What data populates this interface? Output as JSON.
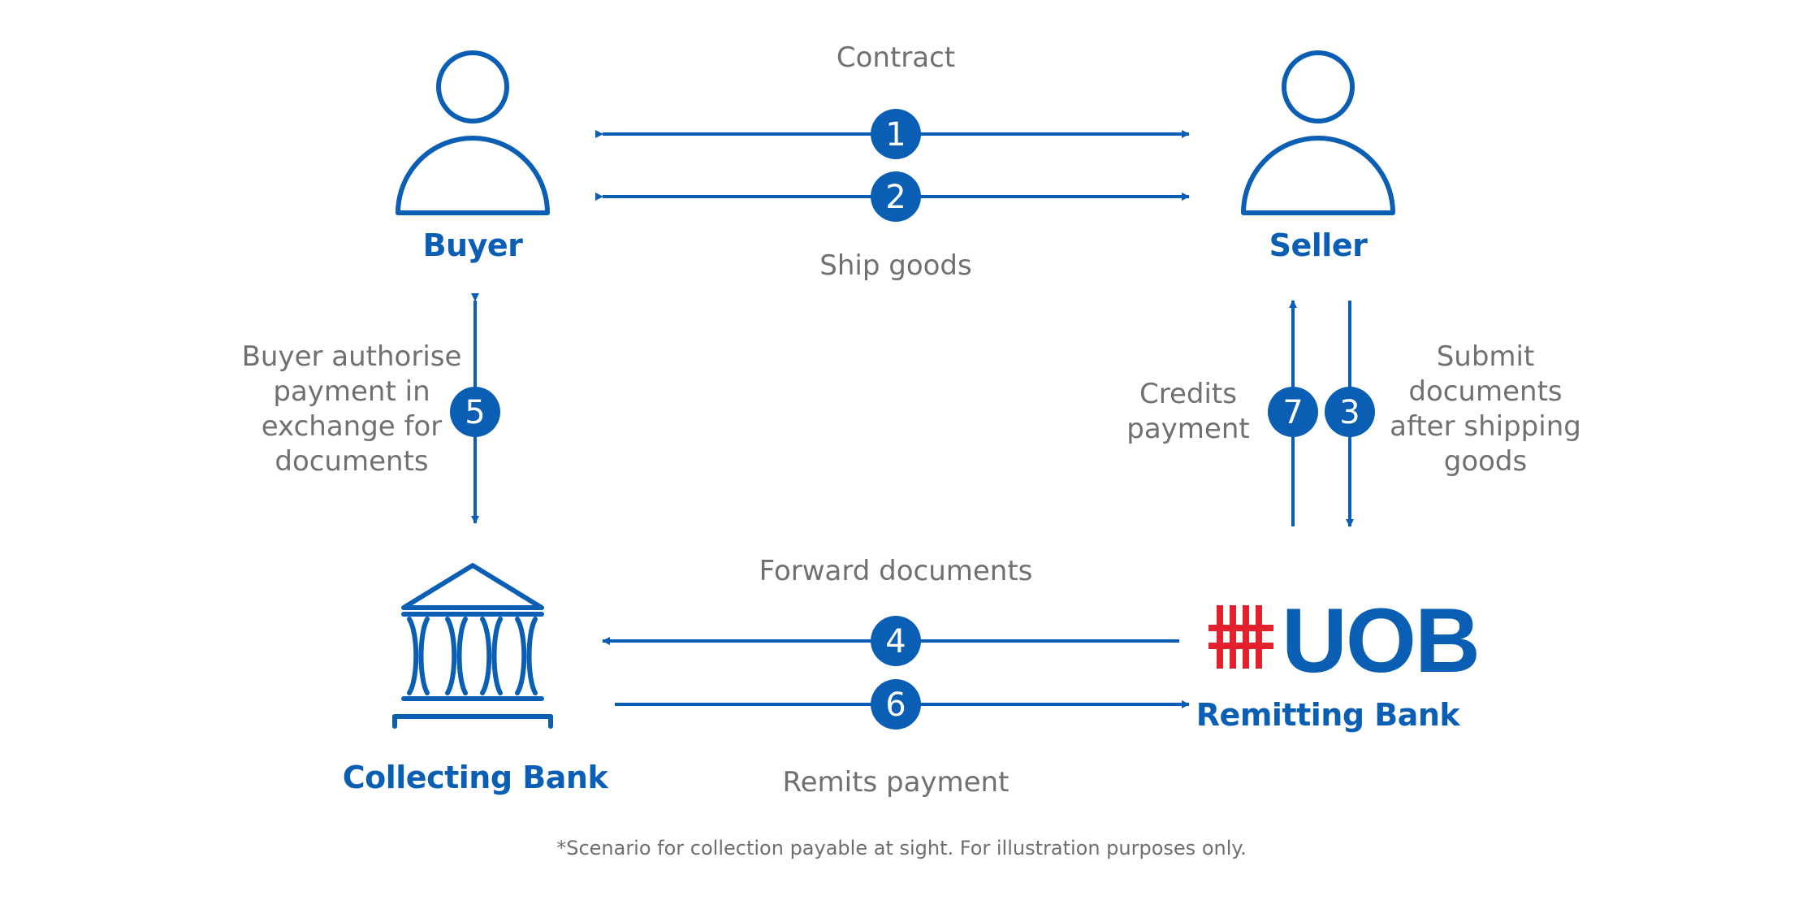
{
  "nodes": {
    "buyer": "Buyer",
    "seller": "Seller",
    "collecting_bank": "Collecting Bank",
    "remitting_bank": "Remitting Bank",
    "uob_logo": "UOB"
  },
  "steps": {
    "s1": {
      "num": "1",
      "label": "Contract"
    },
    "s2": {
      "num": "2",
      "label": "Ship goods"
    },
    "s3": {
      "num": "3",
      "label_lines": [
        "Submit",
        "documents",
        "after shipping",
        "goods"
      ]
    },
    "s4": {
      "num": "4",
      "label": "Forward documents"
    },
    "s5": {
      "num": "5",
      "label_lines": [
        "Buyer authorise",
        "payment in",
        "exchange for",
        "documents"
      ]
    },
    "s6": {
      "num": "6",
      "label": "Remits payment"
    },
    "s7": {
      "num": "7",
      "label_lines": [
        "Credits",
        "payment"
      ]
    }
  },
  "footnote": "*Scenario for collection payable at sight. For illustration purposes only.",
  "colors": {
    "accent": "#0a5fb4",
    "text": "#707070",
    "logo_red": "#e4202d"
  },
  "icons": {
    "buyer": "person-icon",
    "seller": "person-icon",
    "collecting_bank": "bank-building-icon",
    "remitting_bank": "uob-logo-icon"
  }
}
